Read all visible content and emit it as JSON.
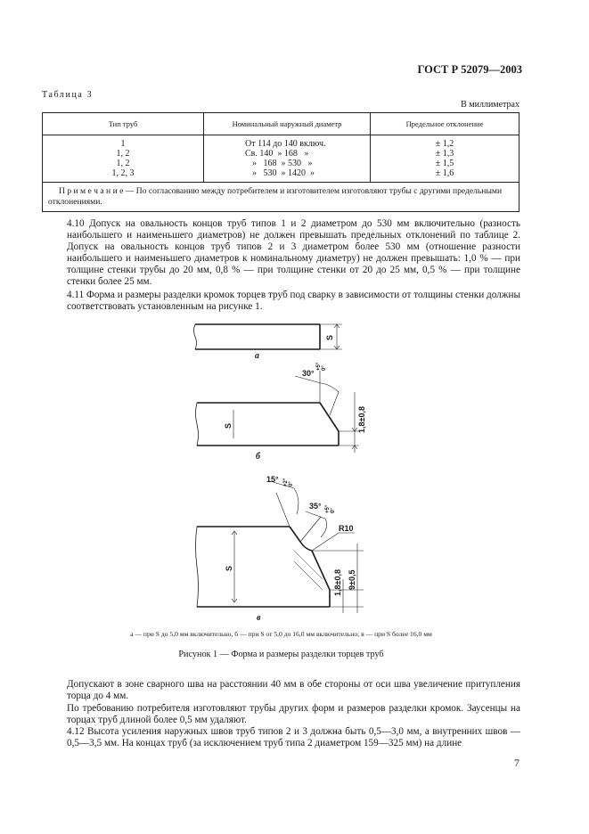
{
  "header": {
    "doc_id": "ГОСТ Р 52079—2003"
  },
  "table": {
    "caption": "Таблица 3",
    "units": "В миллиметрах",
    "headers": [
      "Тип труб",
      "Номинальный наружный диаметр",
      "Предельное отклонение"
    ],
    "type_rows": [
      "1",
      "1, 2",
      "1, 2",
      "1, 2, 3"
    ],
    "diameter_rows": [
      "От 114 до 140 включ.",
      "Св. 140  » 168   »",
      "»   168  » 530   »",
      "»   530  » 1420  »"
    ],
    "deviation_rows": [
      "± 1,2",
      "± 1,3",
      "± 1,5",
      "± 1,6"
    ],
    "note": "П р и м е ч а н и е — По согласованию между потребителем и изготовителем изготовляют трубы с другими предельными отклонениями."
  },
  "paragraphs": {
    "p410": "4.10 Допуск на овальность концов труб типов 1 и 2 диаметром до 530 мм включительно (разность наибольшего и наименьшего диаметров) не должен превышать предельных отклонений по таблице 2. Допуск на овальность концов труб типов 2 и 3 диаметром более 530 мм (отношение разности наибольшего и наименьшего диаметров к номинальному диаметру) не должен превышать: 1,0 % — при толщине стенки трубы до 20 мм, 0,8 % — при толщине стенки от 20 до 25 мм, 0,5 % — при толщине стенки более 25 мм.",
    "p411": "4.11 Форма и размеры разделки кромок торцев труб под сварку в зависимости от толщины стенки должны соответствовать установленным на рисунке 1.",
    "p_allow": "Допускают в зоне сварного шва на расстоянии 40 мм в обе стороны от оси шва увеличение притупления торца до 4 мм.",
    "p_req": "По требованию потребителя изготовляют трубы других форм и размеров разделки кромок. Заусенцы на торцах труб длиной более 0,5 мм удаляют.",
    "p412": "4.12 Высота усиления наружных швов труб типов 2 и 3 должна быть 0,5—3,0 мм, а внутренних швов — 0,5—3,5 мм. На концах труб (за исключением труб типа 2 диаметром 159—325 мм) на длине"
  },
  "figure": {
    "labels": {
      "a": "а",
      "b": "б",
      "v": "в"
    },
    "dims": {
      "s": "S",
      "angle30": "30°",
      "angle30_tol_plus": "+5°",
      "angle30_tol_minus": "0°",
      "blunt_b": "1,8±0,8",
      "angle15": "15°",
      "angle15_tol_plus": "+2°",
      "angle15_tol_minus": "0°",
      "angle35": "35°",
      "angle35_tol_plus": "+5°",
      "angle35_tol_minus": "0°",
      "radius": "R10",
      "blunt_v": "1,8±0,8",
      "height_v": "9±0,5"
    },
    "small_caption": "а — при S до 5,0 мм включительно, б — при S от 5,0 до 16,0 мм включительно; в — при S более 16,0 мм",
    "caption": "Рисунок 1 — Форма и размеры разделки торцев труб"
  },
  "page_number": "7"
}
